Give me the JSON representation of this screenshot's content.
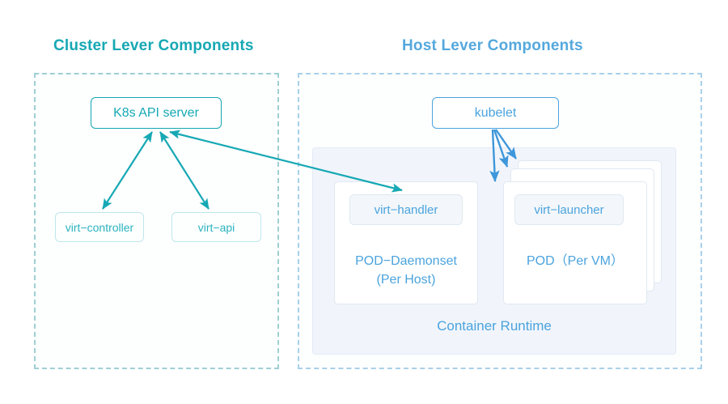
{
  "sections": {
    "cluster": {
      "title": "Cluster Lever Components",
      "color": "#16a8b4"
    },
    "host": {
      "title": "Host Lever Components",
      "color": "#55a8dd"
    }
  },
  "cluster_nodes": {
    "api_server": "K8s API server",
    "virt_controller": "virt−controller",
    "virt_api": "virt−api"
  },
  "host_nodes": {
    "kubelet": "kubelet",
    "container_runtime": "Container Runtime",
    "virt_handler": "virt−handler",
    "virt_launcher": "virt−launcher",
    "pod_daemonset_line1": "POD−Daemonset",
    "pod_daemonset_line2": "(Per Host)",
    "pod_pervm": "POD（Per VM）"
  },
  "colors": {
    "teal_primary": "#16a8b4",
    "teal_light": "#bfe7ea",
    "blue_primary": "#4ba3dd",
    "blue_light": "#a9d0ea",
    "panel_bg": "#f1f5fb",
    "card_bg": "#ffffff",
    "chip_bg": "#f3f7fb",
    "page_bg": "#ffffff"
  },
  "connections": [
    {
      "name": "api-server-to-virt-controller",
      "from": "K8s API server",
      "to": "virt−controller",
      "style": "double-headed",
      "color": "#16a8b4"
    },
    {
      "name": "api-server-to-virt-api",
      "from": "K8s API server",
      "to": "virt−api",
      "style": "double-headed",
      "color": "#16a8b4"
    },
    {
      "name": "api-server-to-virt-handler",
      "from": "K8s API server",
      "to": "virt−handler",
      "style": "double-headed",
      "color": "#16a8b4"
    },
    {
      "name": "kubelet-to-pod-1",
      "from": "kubelet",
      "to": "POD（Per VM）",
      "style": "single-headed",
      "color": "#4ba3dd"
    },
    {
      "name": "kubelet-to-pod-2",
      "from": "kubelet",
      "to": "POD（Per VM）",
      "style": "single-headed",
      "color": "#4ba3dd"
    },
    {
      "name": "kubelet-to-pod-3",
      "from": "kubelet",
      "to": "POD（Per VM）",
      "style": "single-headed",
      "color": "#4ba3dd"
    }
  ]
}
